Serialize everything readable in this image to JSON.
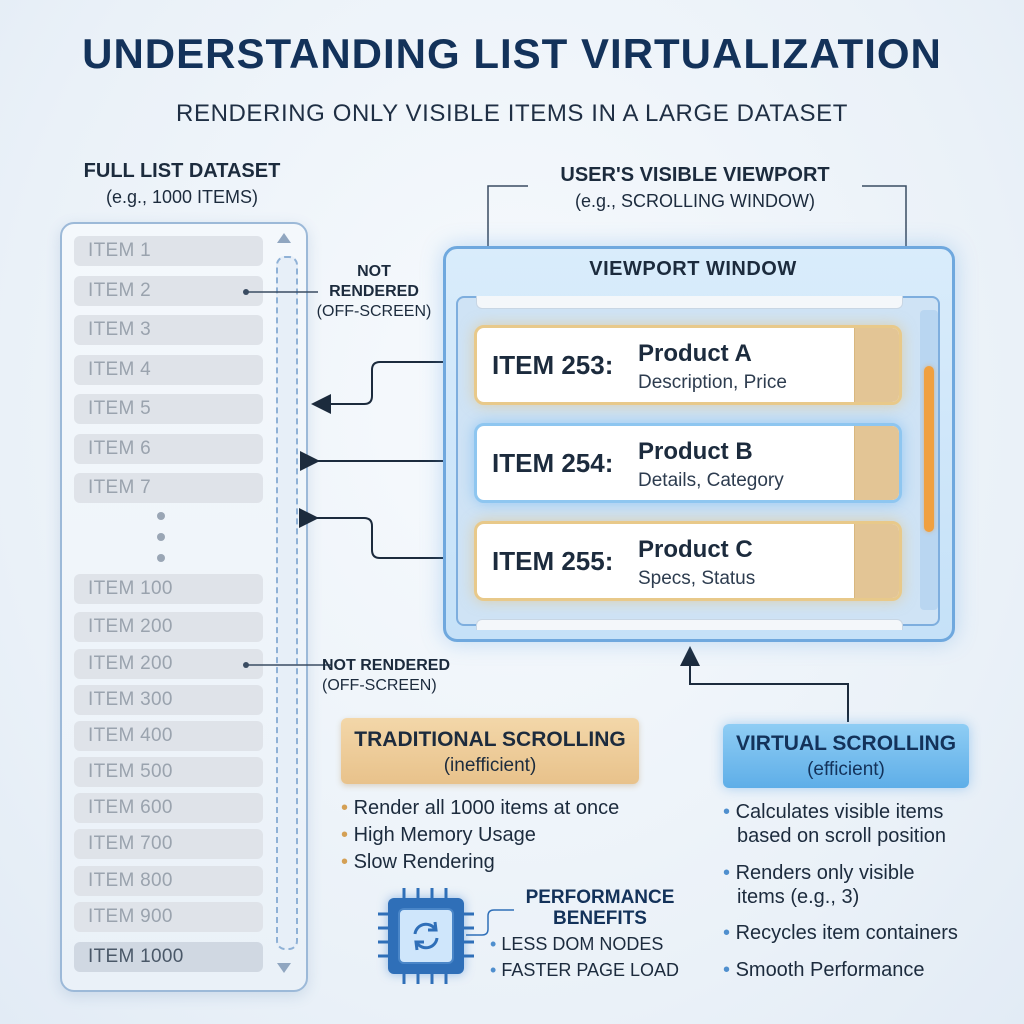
{
  "title": "UNDERSTANDING LIST VIRTUALIZATION",
  "subtitle": "RENDERING ONLY VISIBLE ITEMS IN A LARGE DATASET",
  "full_list": {
    "header": "FULL LIST DATASET",
    "subheader": "(e.g., 1000 ITEMS)",
    "items": [
      "ITEM 1",
      "ITEM 2",
      "ITEM 3",
      "ITEM 4",
      "ITEM 5",
      "ITEM 6",
      "ITEM 7",
      "ITEM 100",
      "ITEM 200",
      "ITEM 200",
      "ITEM 300",
      "ITEM 400",
      "ITEM 500",
      "ITEM 600",
      "ITEM 700",
      "ITEM 800",
      "ITEM 900",
      "ITEM 1000"
    ]
  },
  "notes": {
    "top_line1": "NOT",
    "top_line2": "RENDERED",
    "top_line3": "(OFF-SCREEN)",
    "bottom_line1": "NOT RENDERED",
    "bottom_line2": "(OFF-SCREEN)"
  },
  "viewport": {
    "header": "USER'S VISIBLE VIEWPORT",
    "subheader": "(e.g., SCROLLING WINDOW)",
    "window_title": "VIEWPORT WINDOW",
    "cards": [
      {
        "label": "ITEM 253:",
        "name": "Product A",
        "desc": "Description, Price"
      },
      {
        "label": "ITEM 254:",
        "name": "Product B",
        "desc": "Details, Category"
      },
      {
        "label": "ITEM 255:",
        "name": "Product C",
        "desc": "Specs, Status"
      }
    ]
  },
  "traditional": {
    "title": "TRADITIONAL SCROLLING",
    "subtitle": "(inefficient)",
    "points": [
      "Render all 1000 items at once",
      "High Memory Usage",
      "Slow Rendering"
    ]
  },
  "virtual": {
    "title": "VIRTUAL SCROLLING",
    "subtitle": "(efficient)",
    "points": [
      {
        "line1": "Calculates visible items",
        "line2": "based on scroll position"
      },
      {
        "line1": "Renders only visible",
        "line2": "items (e.g., 3)"
      },
      {
        "line1": "Recycles item containers",
        "line2": ""
      },
      {
        "line1": "Smooth Performance",
        "line2": ""
      }
    ]
  },
  "performance": {
    "title_line1": "PERFORMANCE",
    "title_line2": "BENEFITS",
    "points": [
      "LESS DOM NODES",
      "FASTER PAGE LOAD"
    ]
  },
  "icons": {
    "chip": "cpu-chip-icon",
    "refresh": "refresh-icon"
  },
  "colors": {
    "title": "#13325a",
    "viewport_border": "#6fa8de",
    "traditional_box": "#e8c28b",
    "virtual_box": "#5eaee8",
    "scroll_thumb": "#f0a040"
  }
}
